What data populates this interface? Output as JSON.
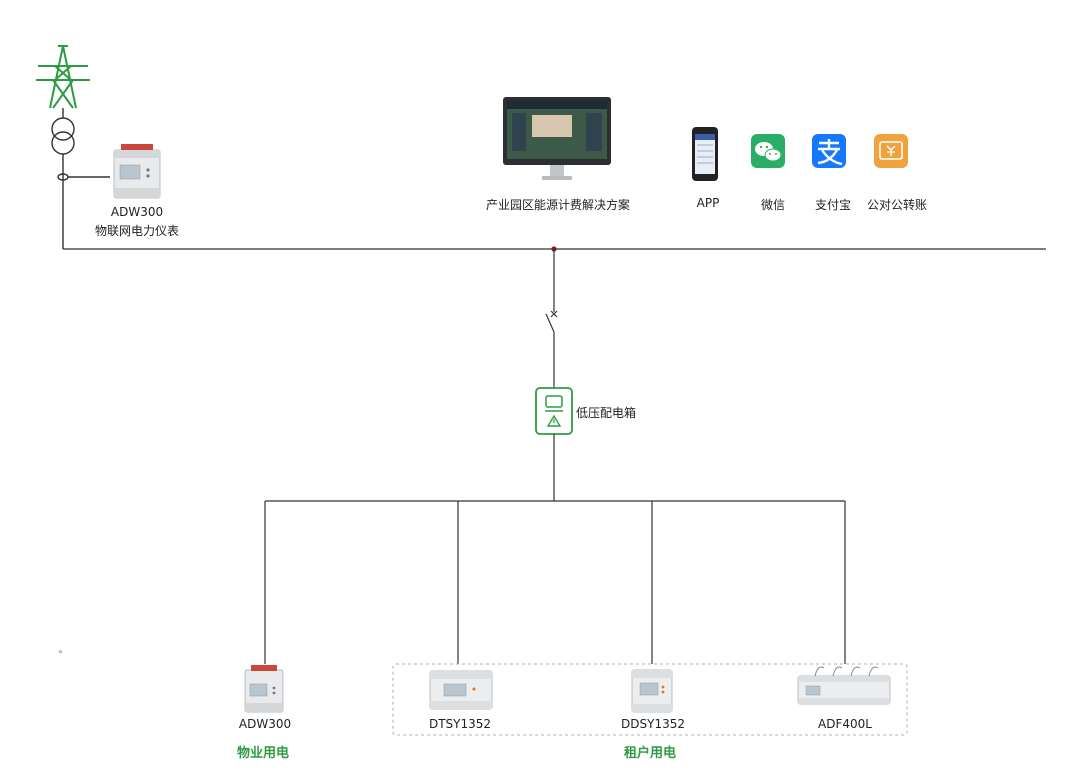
{
  "meter_top": {
    "model": "ADW300",
    "desc": "物联网电力仪表"
  },
  "monitor": {
    "label": "产业园区能源计费解决方案"
  },
  "payments": [
    {
      "label": "APP",
      "icon": "phone-app-icon"
    },
    {
      "label": "微信",
      "icon": "wechat-icon"
    },
    {
      "label": "支付宝",
      "icon": "alipay-icon"
    },
    {
      "label": "公对公转账",
      "icon": "bank-transfer-icon"
    }
  ],
  "distribution_box": {
    "label": "低压配电箱"
  },
  "devices": [
    {
      "model": "ADW300"
    },
    {
      "model": "DTSY1352"
    },
    {
      "model": "DDSY1352"
    },
    {
      "model": "ADF400L"
    }
  ],
  "groups": {
    "property": "物业用电",
    "tenant": "租户用电"
  },
  "stray_mark": "»",
  "colors": {
    "accent": "#2e9b44",
    "line": "#333333",
    "node": "#8b1a1a",
    "alipay": "#1677ff",
    "wechat": "#2aae67",
    "transfer": "#f0a33c"
  }
}
